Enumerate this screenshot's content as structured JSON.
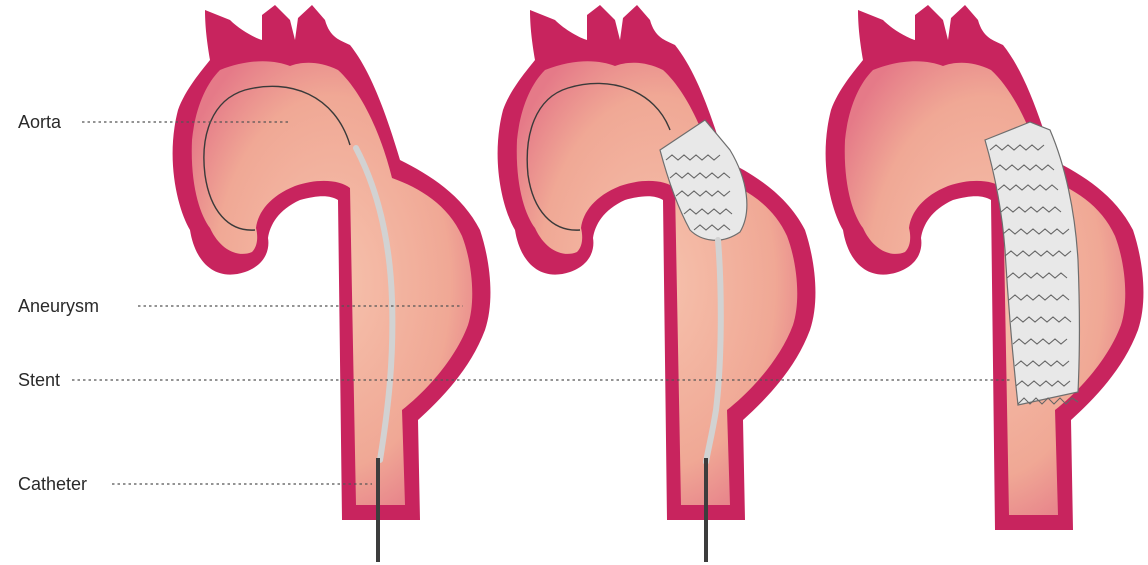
{
  "labels": {
    "aorta": "Aorta",
    "aneurysm": "Aneurysm",
    "stent": "Stent",
    "catheter": "Catheter"
  },
  "colors": {
    "vessel_wall": "#c8245e",
    "vessel_lumen": "#f2b19e",
    "catheter": "#d2d2d2",
    "catheter_rod": "#3d3d3d",
    "stent_fill": "#e8e8e8",
    "stent_wire": "#6e6e6e"
  },
  "panels": [
    {
      "stage": "catheter-inserted"
    },
    {
      "stage": "stent-partially-deployed"
    },
    {
      "stage": "stent-fully-deployed"
    }
  ]
}
